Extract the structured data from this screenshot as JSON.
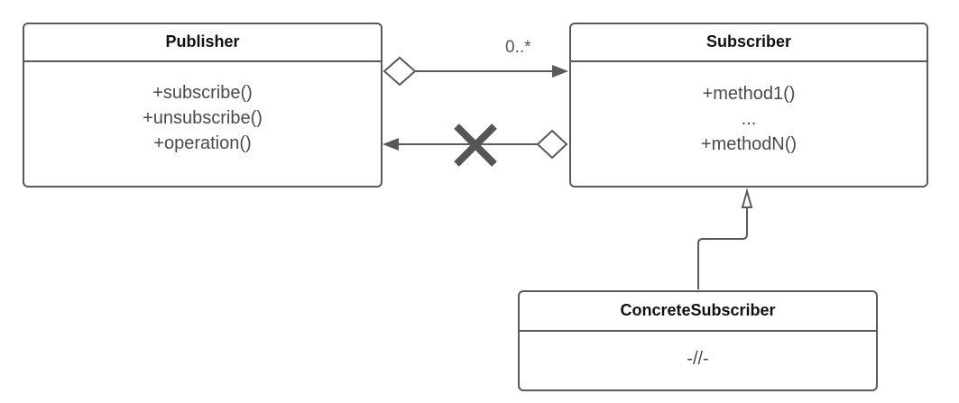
{
  "publisher": {
    "name": "Publisher",
    "methods": [
      "+subscribe()",
      "+unsubscribe()",
      "+operation()"
    ]
  },
  "subscriber": {
    "name": "Subscriber",
    "methods": [
      "+method1()",
      "...",
      "+methodN()"
    ]
  },
  "concrete_subscriber": {
    "name": "ConcreteSubscriber",
    "body": "-//-"
  },
  "associations": {
    "publisher_to_subscriber_multiplicity": "0..*"
  },
  "colors": {
    "stroke": "#5a5a5a",
    "text": "#4a4a4a",
    "cross": "#555555"
  }
}
